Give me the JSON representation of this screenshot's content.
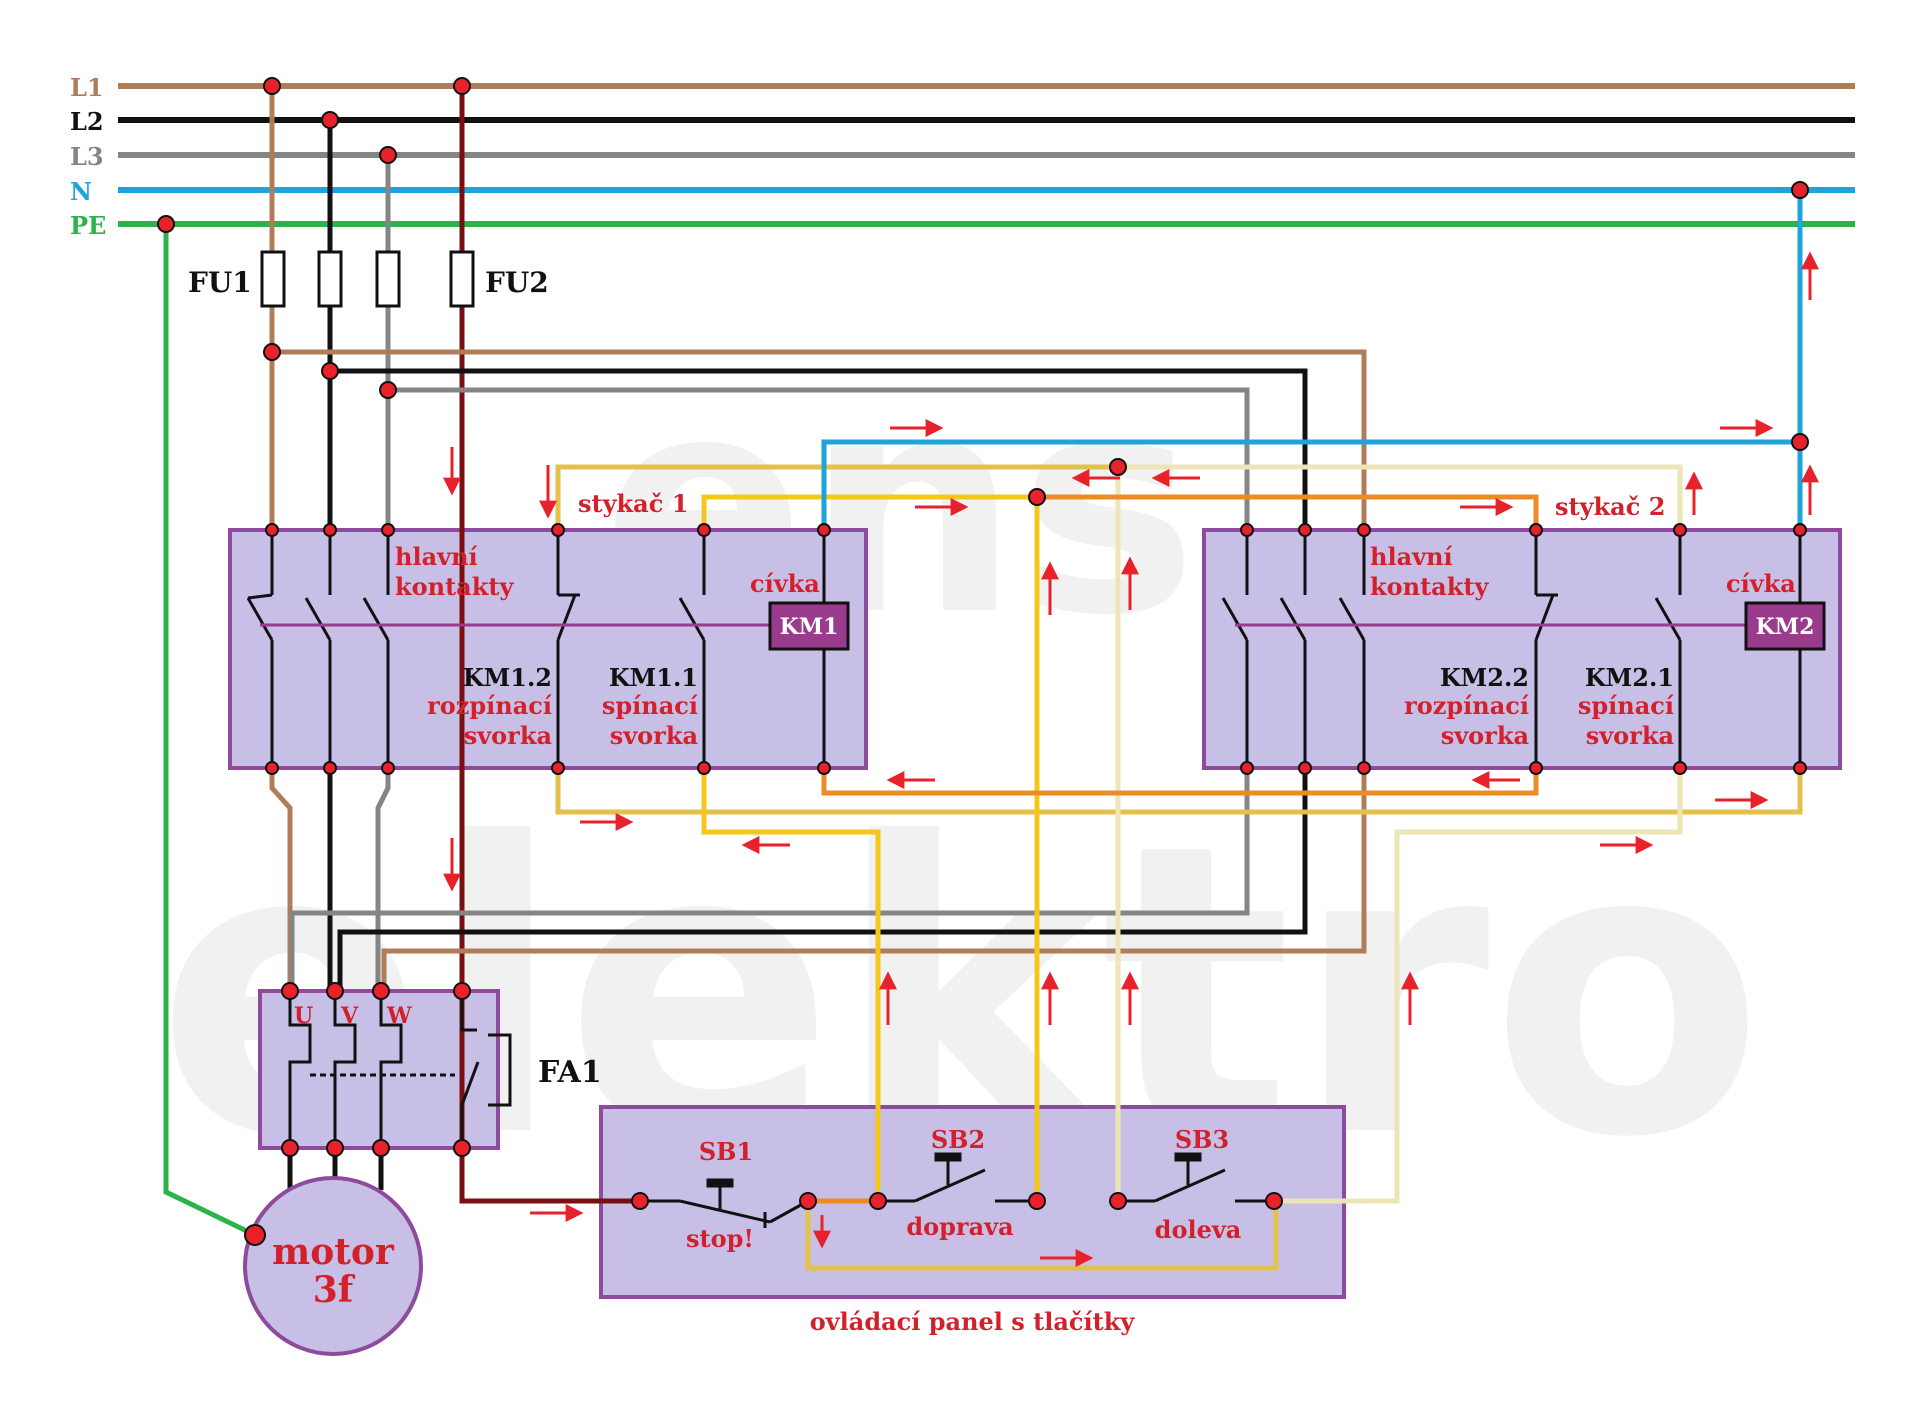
{
  "colors": {
    "L1": "#b07d5b",
    "L2": "#111111",
    "L3": "#858585",
    "N": "#1ea3dc",
    "PE": "#2db34a",
    "phase_dark_red": "#7a0f12",
    "ctrl_yellow": "#e3c14b",
    "ctrl_gold": "#f5c71a",
    "ctrl_cream": "#ede5b6",
    "ctrl_orange": "#f08a24",
    "box_fill": "#c8bfe7",
    "box_stroke": "#8e4a9c",
    "coil_fill": "#9a3b8e",
    "label_red": "#d3212c",
    "node_red": "#e8222a"
  },
  "watermark": {
    "line1": "ens",
    "line2": "elektro"
  },
  "bus": {
    "L1": "L1",
    "L2": "L2",
    "L3": "L3",
    "N": "N",
    "PE": "PE"
  },
  "fuses": {
    "fu1": "FU1",
    "fu2": "FU2"
  },
  "contactor1": {
    "title": "stykač 1",
    "main_contacts_line1": "hlavní",
    "main_contacts_line2": "kontakty",
    "coil_label": "cívka",
    "coil": "KM1",
    "nc_id": "KM1.2",
    "nc_line1": "rozpínací",
    "nc_line2": "svorka",
    "no_id": "KM1.1",
    "no_line1": "spínací",
    "no_line2": "svorka"
  },
  "contactor2": {
    "title": "stykač 2",
    "main_contacts_line1": "hlavní",
    "main_contacts_line2": "kontakty",
    "coil_label": "cívka",
    "coil": "KM2",
    "nc_id": "KM2.2",
    "nc_line1": "rozpínací",
    "nc_line2": "svorka",
    "no_id": "KM2.1",
    "no_line1": "spínací",
    "no_line2": "svorka"
  },
  "overload": {
    "label": "FA1",
    "U": "U",
    "V": "V",
    "W": "W"
  },
  "motor": {
    "line1": "motor",
    "line2": "3f"
  },
  "panel": {
    "caption": "ovládací panel s tlačítky",
    "sb1": "SB1",
    "sb1_label": "stop!",
    "sb2": "SB2",
    "sb2_label": "doprava",
    "sb3": "SB3",
    "sb3_label": "doleva"
  }
}
